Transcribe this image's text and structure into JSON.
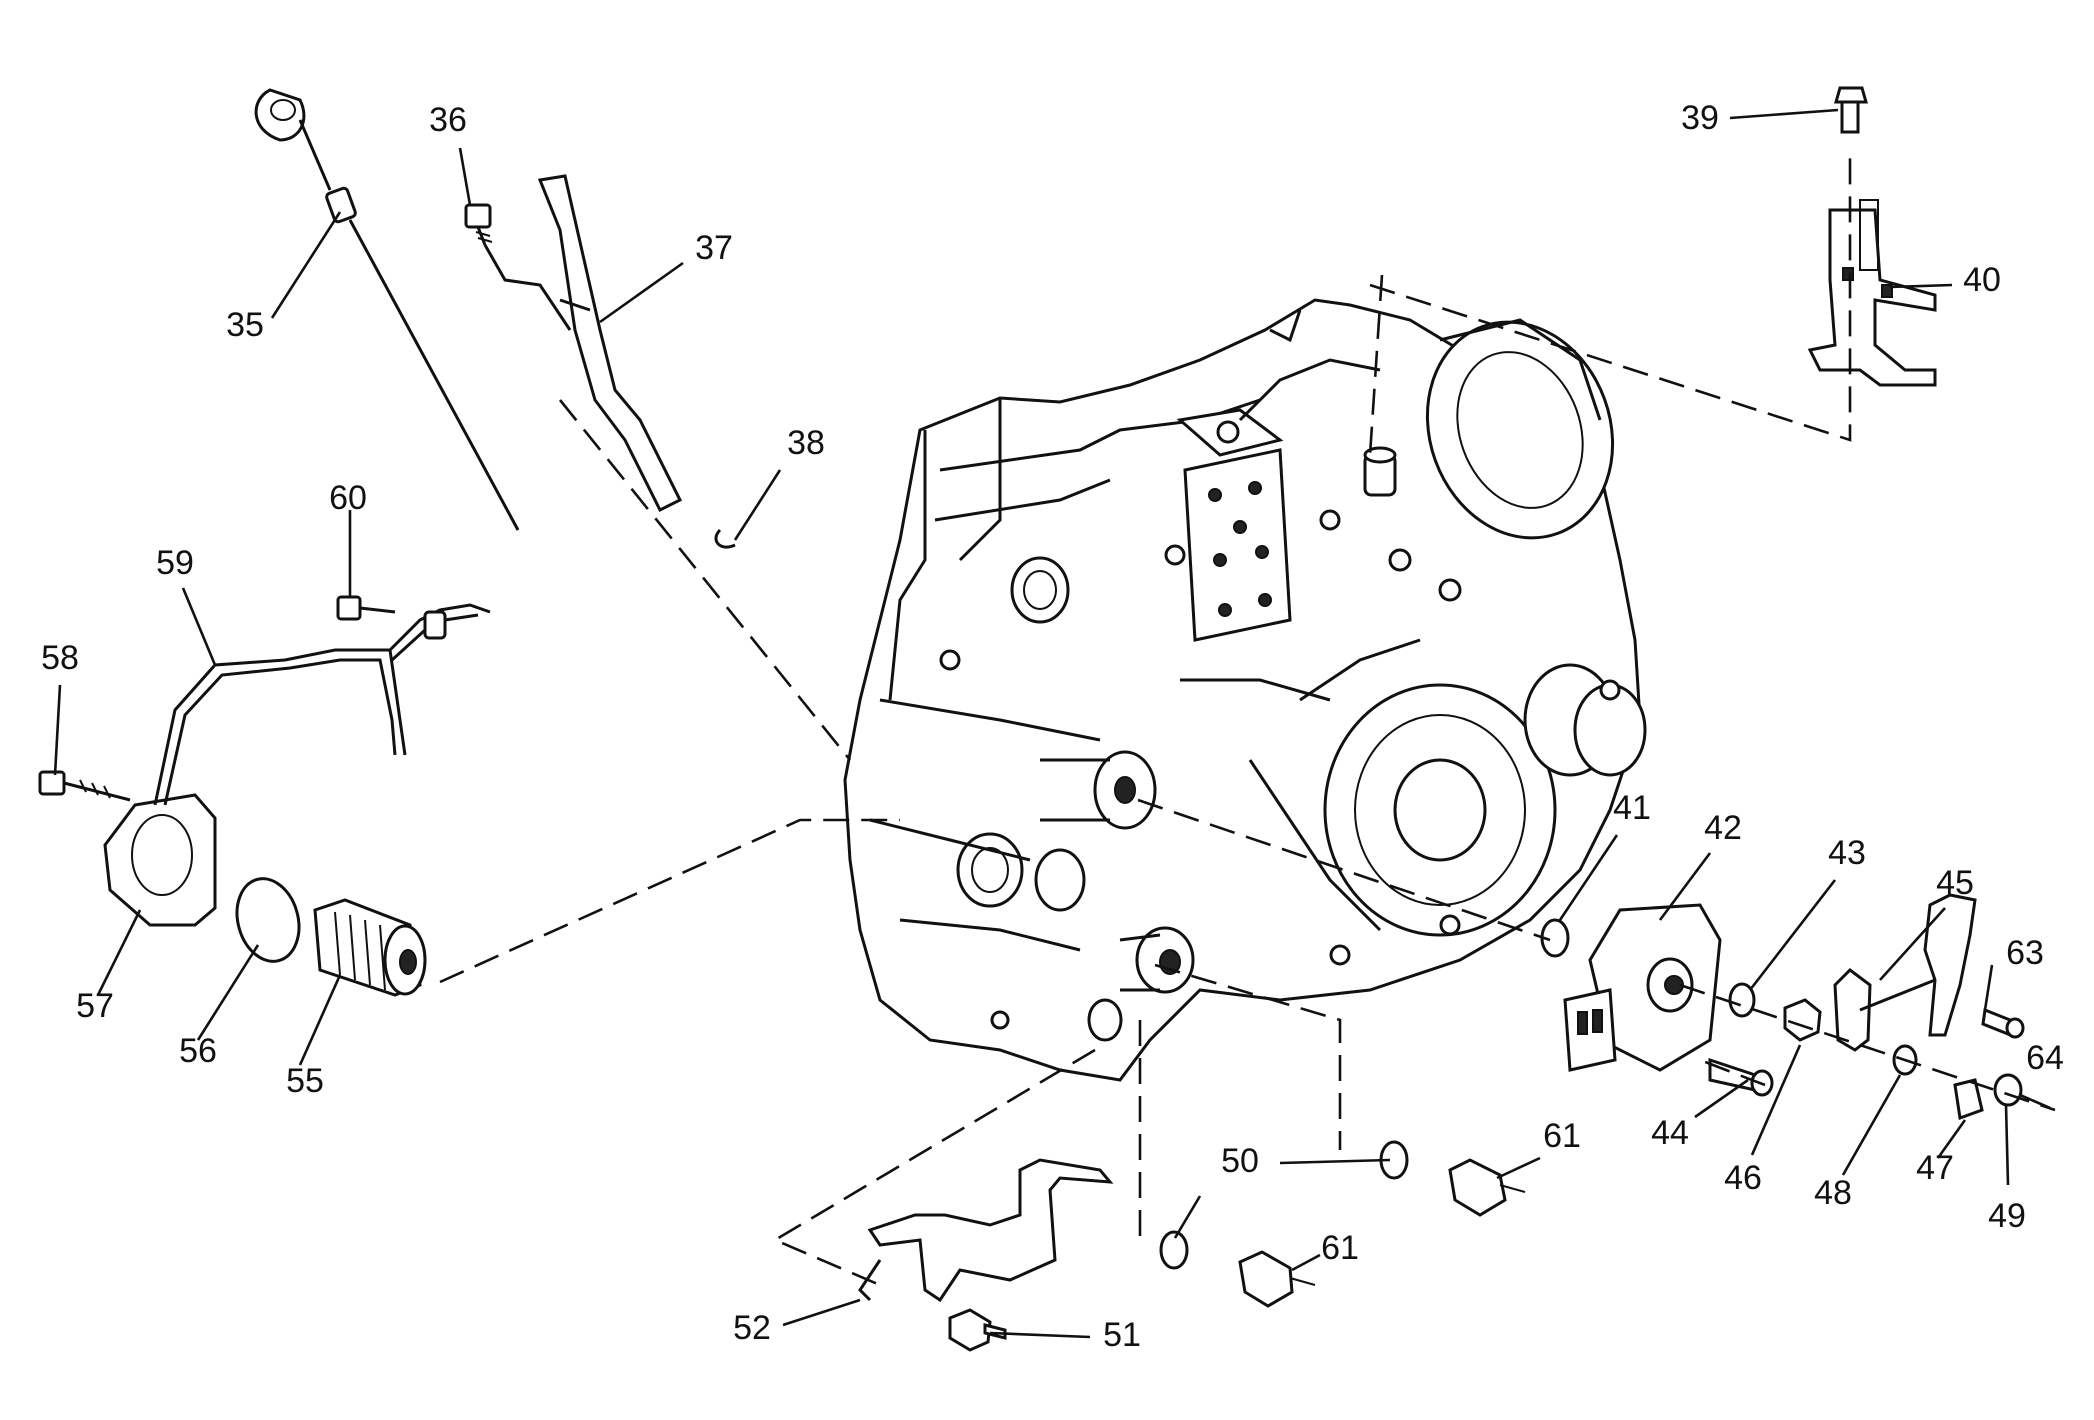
{
  "diagram": {
    "callouts": [
      "35",
      "36",
      "37",
      "38",
      "39",
      "40",
      "41",
      "42",
      "43",
      "44",
      "45",
      "46",
      "47",
      "48",
      "49",
      "50",
      "51",
      "52",
      "55",
      "56",
      "57",
      "58",
      "59",
      "60",
      "61",
      "61",
      "63",
      "64"
    ]
  },
  "colors": {
    "line": "#111111",
    "background": "#ffffff"
  }
}
